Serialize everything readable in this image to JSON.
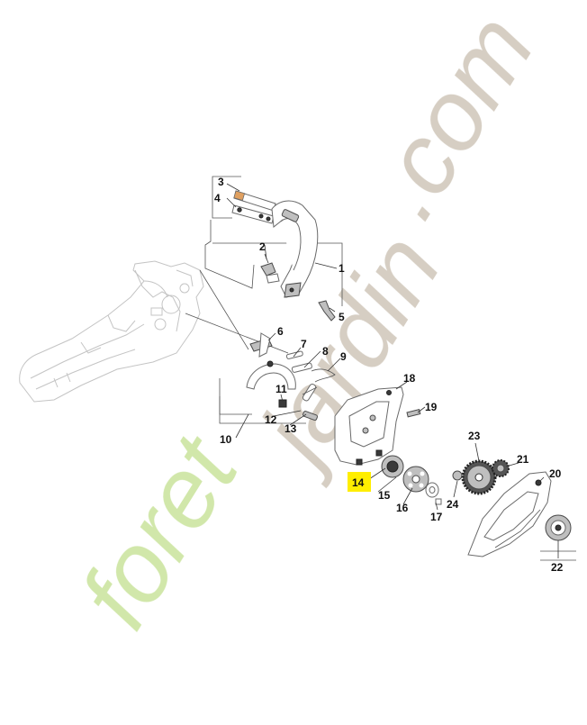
{
  "diagram": {
    "callouts": [
      {
        "id": "1",
        "label": "1"
      },
      {
        "id": "2",
        "label": "2"
      },
      {
        "id": "3",
        "label": "3"
      },
      {
        "id": "4",
        "label": "4"
      },
      {
        "id": "5",
        "label": "5"
      },
      {
        "id": "6",
        "label": "6"
      },
      {
        "id": "7",
        "label": "7"
      },
      {
        "id": "8",
        "label": "8"
      },
      {
        "id": "9",
        "label": "9"
      },
      {
        "id": "10",
        "label": "10"
      },
      {
        "id": "11",
        "label": "11"
      },
      {
        "id": "12",
        "label": "12"
      },
      {
        "id": "13",
        "label": "13"
      },
      {
        "id": "14",
        "label": "14",
        "highlighted": true
      },
      {
        "id": "15",
        "label": "15"
      },
      {
        "id": "16",
        "label": "16"
      },
      {
        "id": "17",
        "label": "17"
      },
      {
        "id": "18",
        "label": "18"
      },
      {
        "id": "19",
        "label": "19"
      },
      {
        "id": "20",
        "label": "20"
      },
      {
        "id": "21",
        "label": "21"
      },
      {
        "id": "22",
        "label": "22"
      },
      {
        "id": "23",
        "label": "23"
      },
      {
        "id": "24",
        "label": "24"
      }
    ],
    "highlight_color": "#ffee00"
  },
  "watermark": {
    "text_green": "foret",
    "text_gray": "jardin",
    "text_domain": ".com",
    "color_green": "#cfe6a6",
    "color_gray": "#d4ccc0"
  }
}
